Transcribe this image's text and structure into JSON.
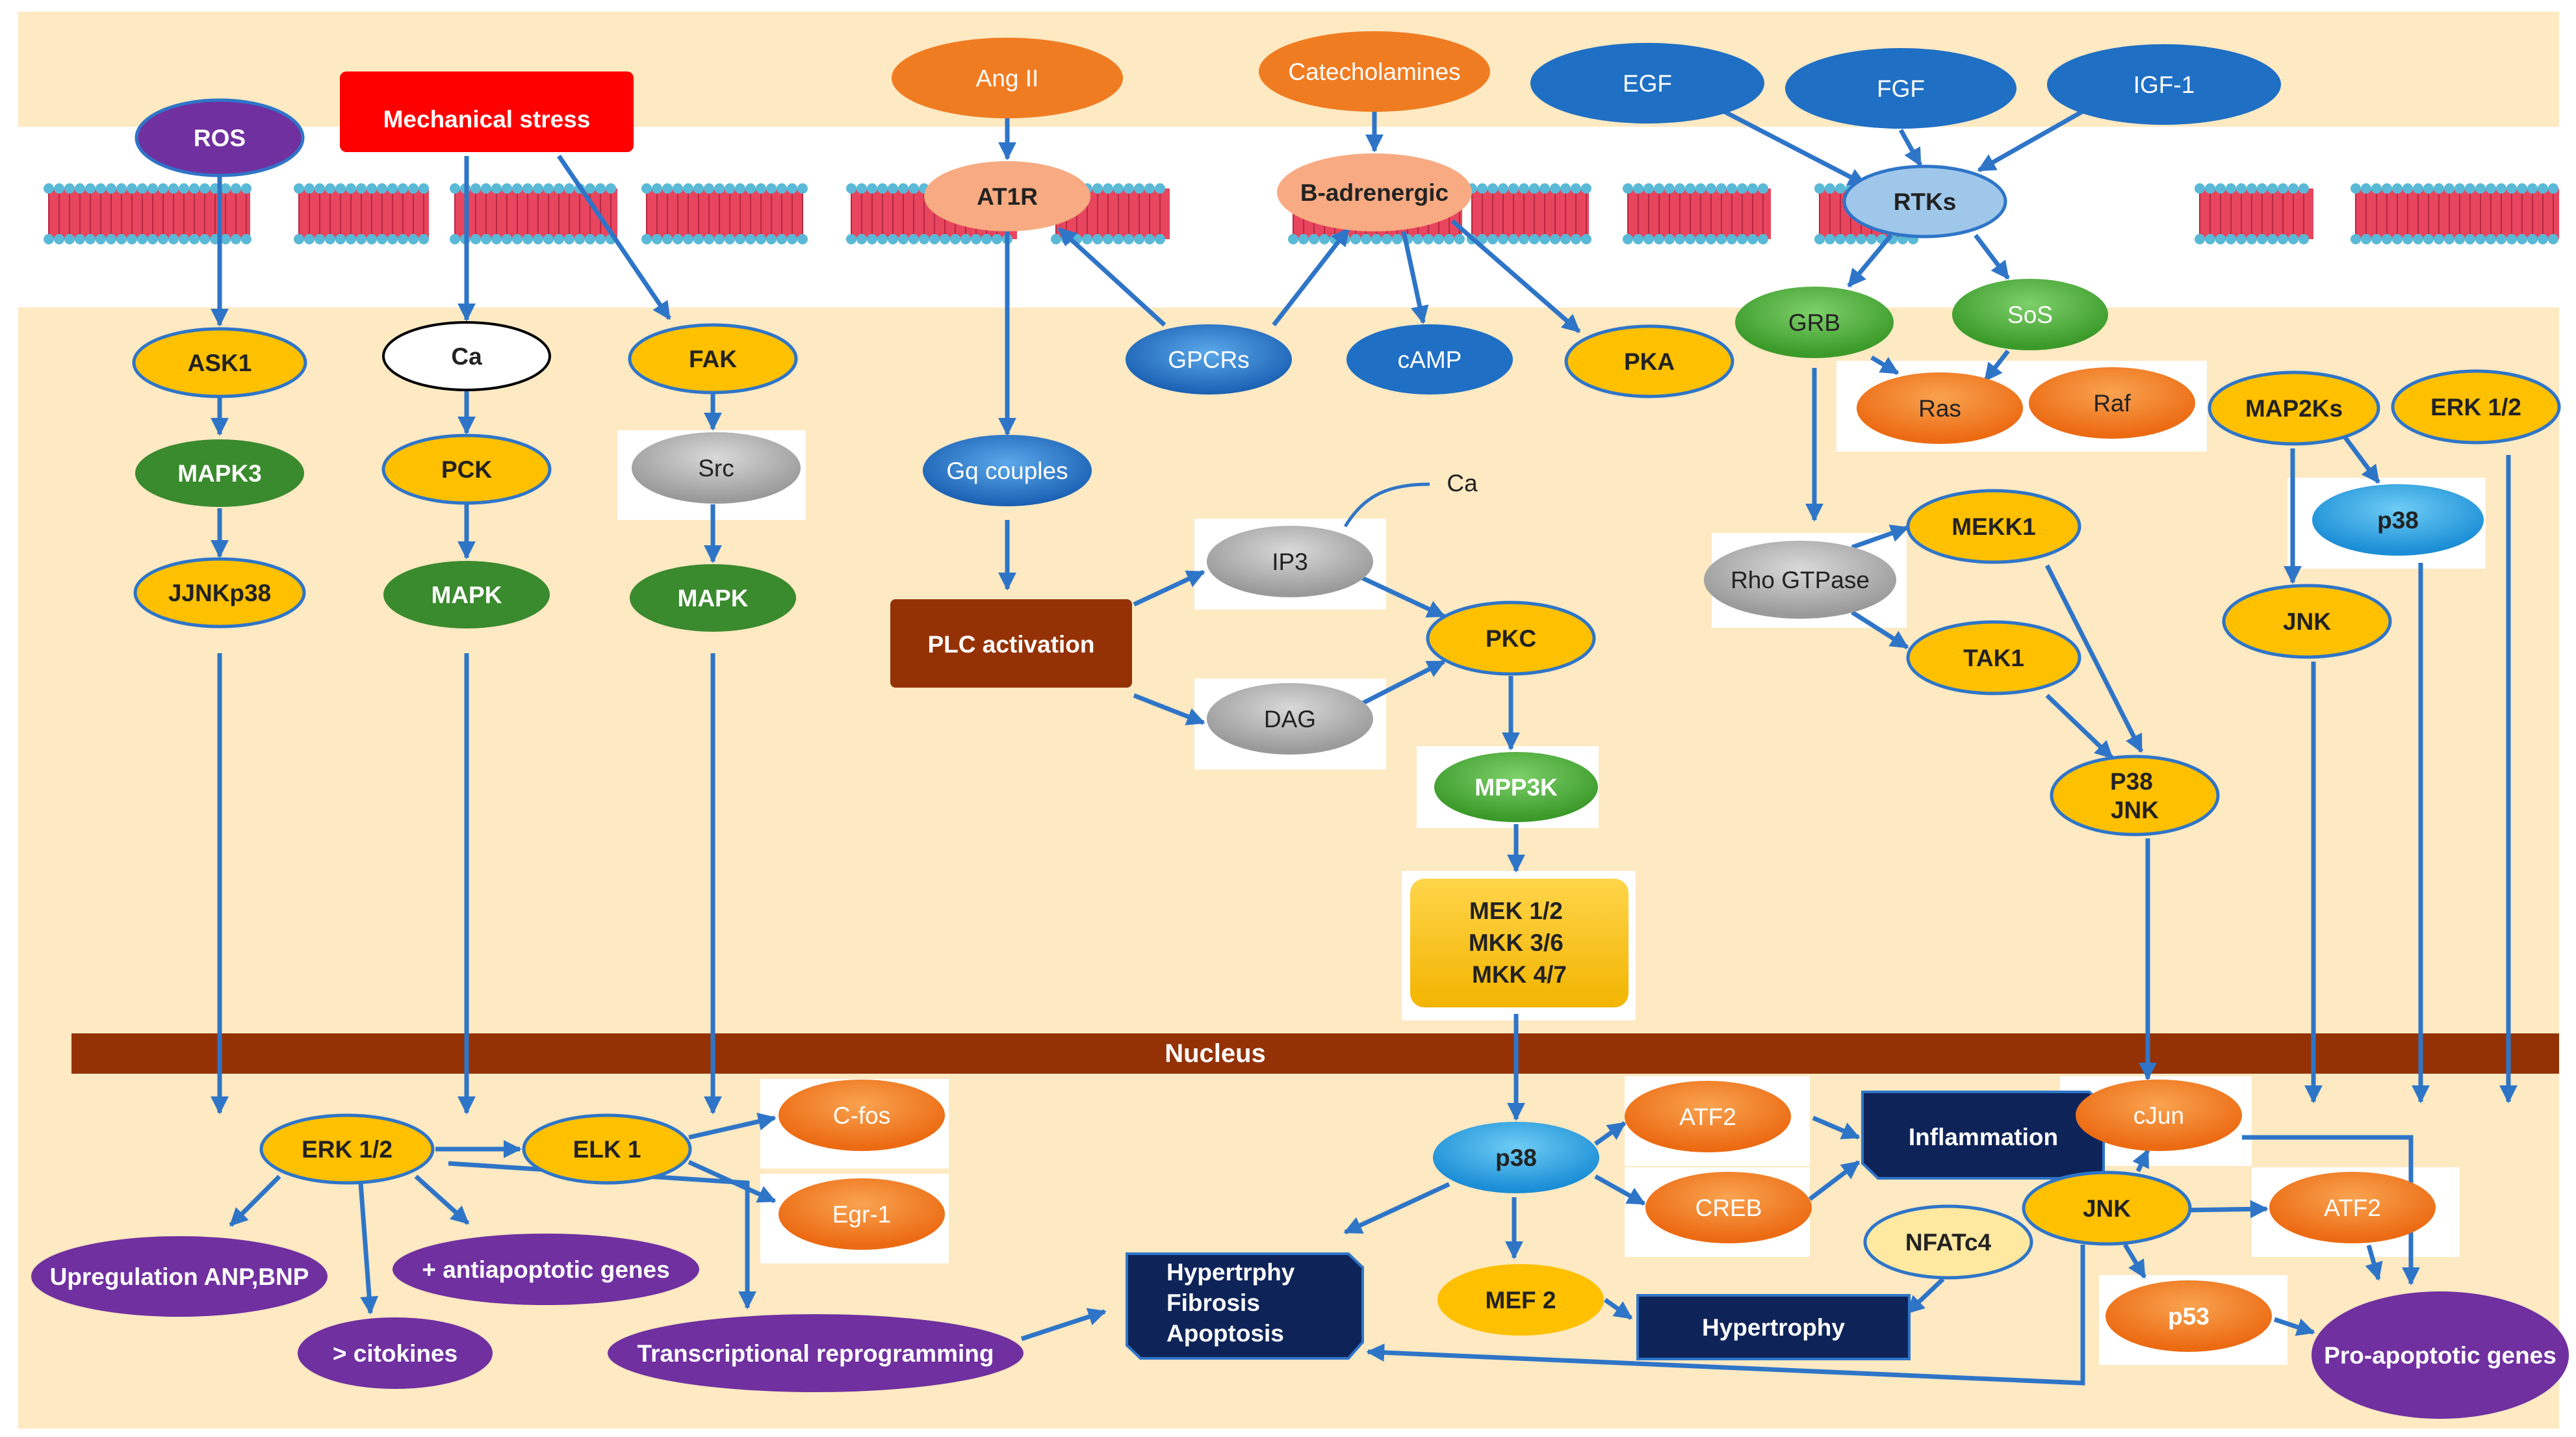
{
  "membrane_ligands": {
    "ros": "ROS",
    "mechanical_stress": "Mechanical stress",
    "ang2": "Ang II",
    "catecholamines": "Catecholamines",
    "egf": "EGF",
    "fgf": "FGF",
    "igf1": "IGF-1"
  },
  "receptors": {
    "at1r": "AT1R",
    "b_adrenergic": "B-adrenergic",
    "rtks": "RTKs"
  },
  "cytoplasm": {
    "ask1": "ASK1",
    "mapk3": "MAPK3",
    "jjnkp38": "JJNKp38",
    "ca1": "Ca",
    "pck": "PCK",
    "mapk_a": "MAPK",
    "fak": "FAK",
    "src": "Src",
    "mapk_b": "MAPK",
    "gpcrs": "GPCRs",
    "camp": "cAMP",
    "pka": "PKA",
    "gq": "Gq couples",
    "plc": "PLC activation",
    "ip3": "IP3",
    "ca2": "Ca",
    "dag": "DAG",
    "pkc": "PKC",
    "mpp3k": "MPP3K",
    "mek_lines": [
      "MEK 1/2",
      "MKK 3/6",
      "MKK 4/7"
    ],
    "grb": "GRB",
    "sos": "SoS",
    "ras": "Ras",
    "raf": "Raf",
    "rho": "Rho GTPase",
    "mekk1": "MEKK1",
    "tak1": "TAK1",
    "p38jnk_lines": [
      "P38",
      "JNK"
    ],
    "map2ks": "MAP2Ks",
    "erk12_top": "ERK 1/2",
    "p38_top": "p38",
    "jnk_top": "JNK"
  },
  "nucleus_label": "Nucleus",
  "nuclear": {
    "erk12": "ERK 1/2",
    "elk1": "ELK 1",
    "cfos": "C-fos",
    "egr1": "Egr-1",
    "anp_bnp": "Upregulation ANP,BNP",
    "antiapoptotic": "+ antiapoptotic genes",
    "citokines": "> citokines",
    "transcriptional": "Transcriptional reprogramming",
    "p38": "p38",
    "atf2_a": "ATF2",
    "creb": "CREB",
    "mef2": "MEF 2",
    "inflammation": "Inflammation",
    "hypertrophy": "Hypertrophy",
    "hfa_lines": [
      "Hypertrphy",
      "Fibrosis",
      "Apoptosis"
    ],
    "nfatc4": "NFATc4",
    "cjun": "cJun",
    "jnk": "JNK",
    "atf2_b": "ATF2",
    "p53": "p53",
    "proapoptotic": "Pro-apoptotic genes"
  },
  "colors": {
    "background": "#fde9c2",
    "membrane_head": "#5ab9d6",
    "membrane_body": "#e8455f",
    "yellow": "#ffc000",
    "dark_green": "#3a8a2e",
    "purple": "#7030a0",
    "blue": "#1f6fc4",
    "orange": "#f07c22",
    "navy": "#0e2459",
    "brown": "#943206",
    "gray": "#a6a6a6",
    "red": "#ff0000",
    "arrow": "#2e75c8"
  }
}
